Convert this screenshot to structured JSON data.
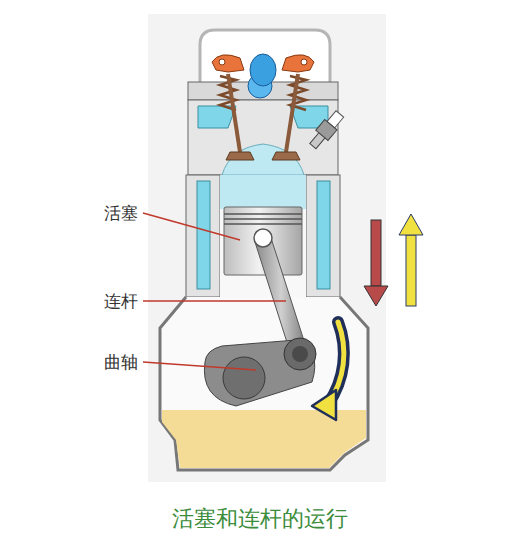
{
  "diagram": {
    "caption": "活塞和连杆的运行",
    "labels": [
      "活塞",
      "连杆",
      "曲轴"
    ]
  }
}
